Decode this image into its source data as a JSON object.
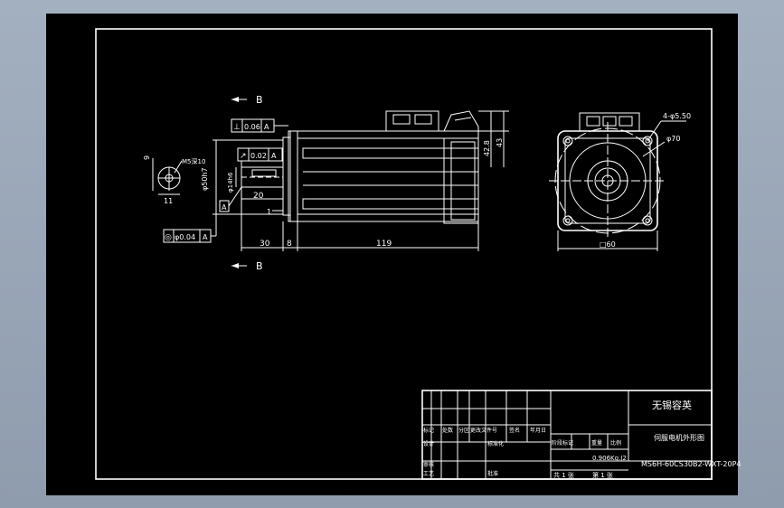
{
  "section_marks": {
    "top": "B",
    "bottom": "B"
  },
  "tolerances": {
    "perpendicularity": {
      "symbol": "⊥",
      "value": "0.06",
      "datum": "A"
    },
    "runout": {
      "symbol": "↗",
      "value": "0.02",
      "datum": "A"
    },
    "concentricity": {
      "symbol": "◎",
      "value": "φ0.04",
      "datum": "A"
    }
  },
  "datum_label": "A",
  "dimensions": {
    "keyway_depth": "9",
    "keyway_width": "11",
    "key_callout": "M5深10",
    "flange_dia": "φ50h7",
    "shaft_dia": "φ14h6",
    "shaft_key_length": "20",
    "flange_step": "1",
    "shaft_length": "30",
    "flange_thickness": "8",
    "body_length": "119",
    "connector_height_a": "42.8",
    "connector_height_b": "43",
    "hole_callout": "4-φ5.50",
    "pcd": "φ70",
    "frame_width": "□60"
  },
  "title_block": {
    "company": "无锡容英",
    "drawing_name": "伺服电机外形图",
    "model": "MS6H-60CS30B2-WXT-20P4",
    "mass": "0.906Kg.J2",
    "scale": "共 1 张",
    "sheet": "第 1 张",
    "rows_left": [
      "标记",
      "设计",
      "审核",
      "工艺"
    ],
    "header_cols": [
      "处数",
      "分区",
      "更改文件号",
      "签名",
      "年月日"
    ],
    "stage_labels": [
      "阶段标记",
      "重量",
      "比例"
    ],
    "std_label": "标准化",
    "approve_label": "批准"
  }
}
